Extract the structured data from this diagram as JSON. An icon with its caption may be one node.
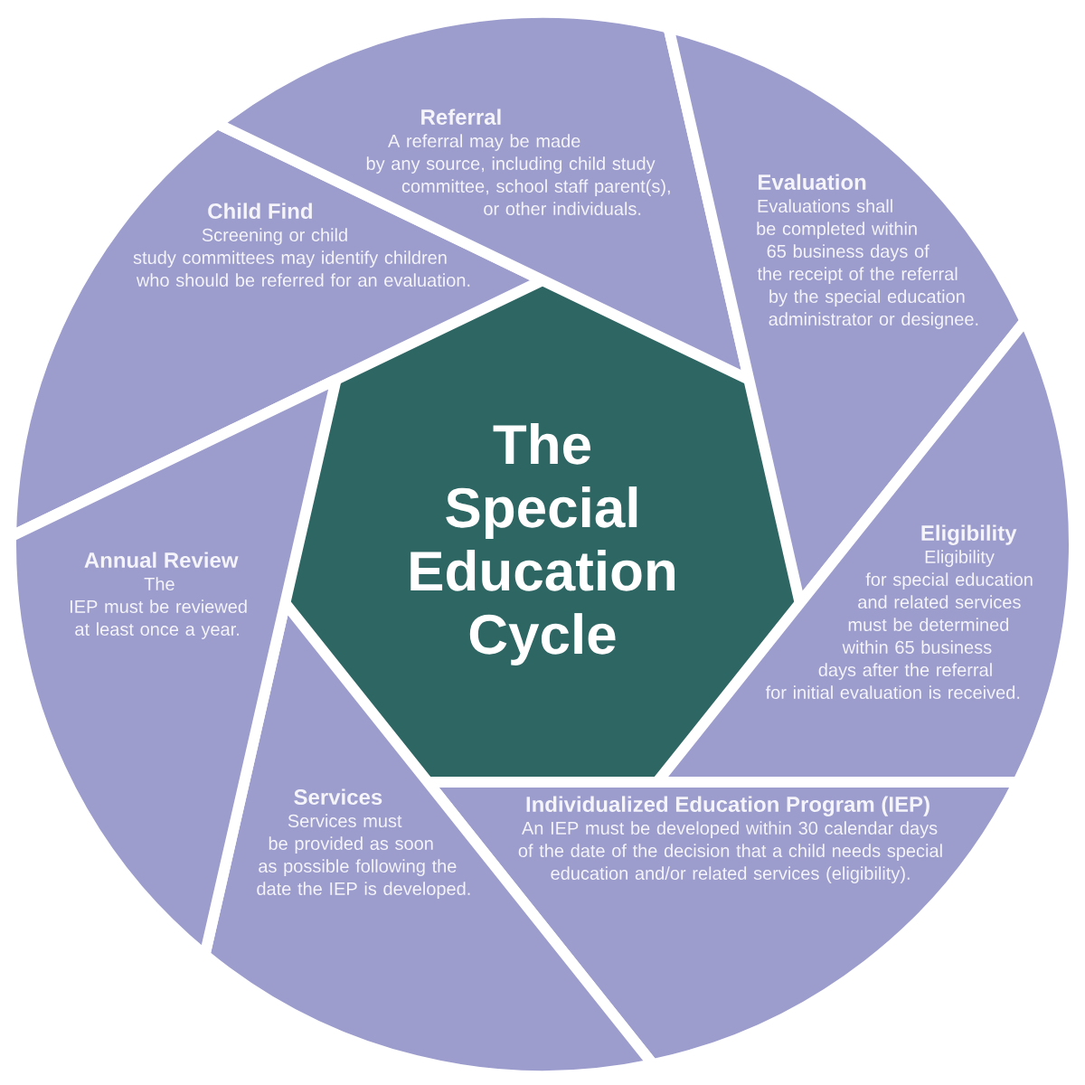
{
  "diagram": {
    "nodes": [
      {
        "text": [
          "The Special Education Cycle"
        ]
      },
      {
        "text": [
          "Child Find",
          "Screening or child study committees may identify children who should be referred for an evaluation."
        ]
      },
      {
        "text": [
          "Referral",
          "A referral may be made by any source, including child study committee, school staff parent(s), or other individuals."
        ]
      },
      {
        "text": [
          "Evaluation",
          "Evaluations shall be completed within 65 business days of the receipt of the referral by the special education administrator or designee."
        ]
      },
      {
        "text": [
          "Eligibility",
          "Eligibility for special education and related services must be determined within 65 business days after the referral for initial evaluation is received."
        ]
      },
      {
        "text": [
          "Individualized Education Program (IEP)",
          "An IEP must be developed within 30 calendar days of the date of the decision that a child needs special education and/or related services (eligibility)."
        ]
      },
      {
        "text": [
          "Services",
          "Services must be provided as soon as possible following the date the IEP is developed."
        ]
      },
      {
        "text": [
          "Annual Review",
          "The IEP must be reviewed at least once a year."
        ]
      }
    ]
  }
}
